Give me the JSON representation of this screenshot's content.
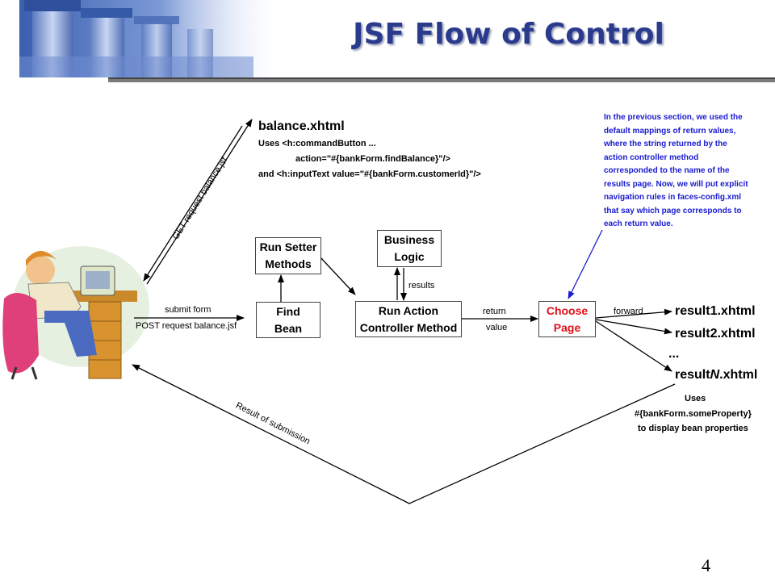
{
  "slide": {
    "title": "JSF Flow of Control",
    "page_number": "4"
  },
  "diagram": {
    "balance_page": {
      "name": "balance.xhtml",
      "line1": "Uses <h:commandButton ...",
      "line2": "action=\"#{bankForm.findBalance}\"/>",
      "line3": "and <h:inputText value=\"#{bankForm.customerId}\"/>"
    },
    "get_request": "GET request balance.jsf",
    "submit_form": "submit form",
    "post_request": "POST request balance.jsf",
    "run_setter": "Run Setter\nMethods",
    "find_bean": "Find\nBean",
    "business_logic": "Business\nLogic",
    "results": "results",
    "run_action": "Run Action\nController Method",
    "return_label": "return",
    "value_label": "value",
    "choose_page": "Choose\nPage",
    "forward": "forward",
    "result1": "result1.xhtml",
    "result2": "result2.xhtml",
    "ellipsis": "...",
    "resultN_prefix": "result",
    "resultN_italic": "N",
    "resultN_suffix": ".xhtml",
    "uses_line1": "Uses",
    "uses_line2": "#{bankForm.someProperty}",
    "uses_line3": "to display bean properties",
    "result_of_submission": "Result of submission",
    "note": "In the previous section, we used the default mappings of return values, where the string returned by the action controller method corresponded to the name of the results page. Now, we will put explicit navigation rules in faces-config.xml that say which page corresponds to each return value."
  },
  "colors": {
    "title": "#2a3a8c",
    "note": "#1a1ad0",
    "choose_page_text": "#e0101a"
  }
}
